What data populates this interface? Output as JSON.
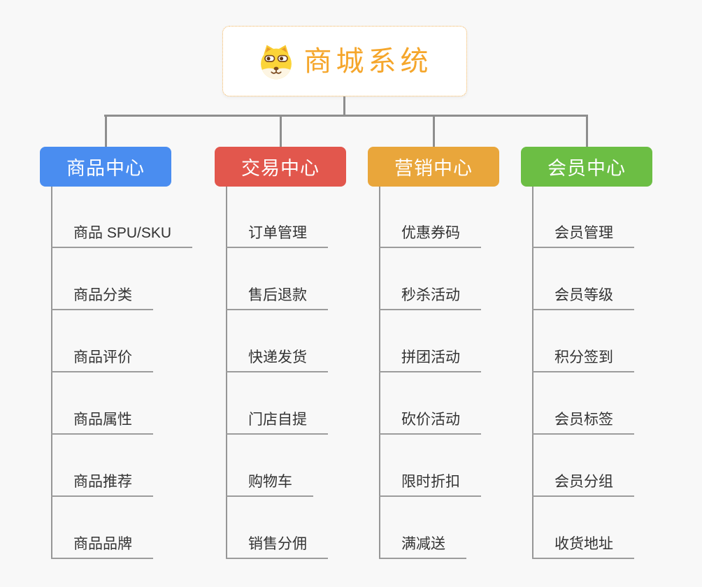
{
  "root": {
    "title": "商城系统",
    "icon": "dog-face-icon",
    "accent_color": "#f5a62b",
    "border_color": "#f2b45a"
  },
  "branches": [
    {
      "id": "product-center",
      "label": "商品中心",
      "color": "#4a8df0",
      "items": [
        "商品 SPU/SKU",
        "商品分类",
        "商品评价",
        "商品属性",
        "商品推荐",
        "商品品牌"
      ]
    },
    {
      "id": "trade-center",
      "label": "交易中心",
      "color": "#e2574d",
      "items": [
        "订单管理",
        "售后退款",
        "快递发货",
        "门店自提",
        "购物车",
        "销售分佣"
      ]
    },
    {
      "id": "marketing-center",
      "label": "营销中心",
      "color": "#e9a63b",
      "items": [
        "优惠券码",
        "秒杀活动",
        "拼团活动",
        "砍价活动",
        "限时折扣",
        "满减送"
      ]
    },
    {
      "id": "member-center",
      "label": "会员中心",
      "color": "#6cbe44",
      "items": [
        "会员管理",
        "会员等级",
        "积分签到",
        "会员标签",
        "会员分组",
        "收货地址"
      ]
    }
  ],
  "connector_color": "#8e8e8e",
  "underline_color": "#9c9c9c",
  "background_color": "#f8f8f8"
}
